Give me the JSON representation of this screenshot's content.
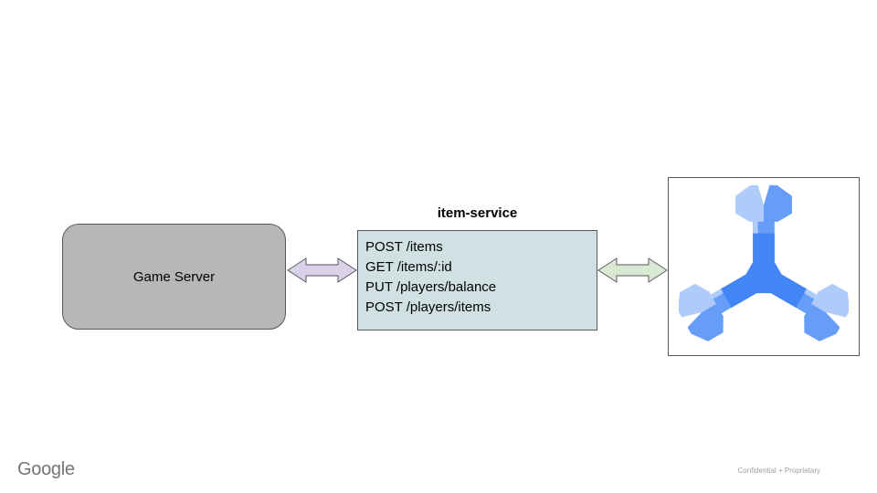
{
  "slide": {
    "background": "#ffffff",
    "footer": {
      "brand": "Google",
      "confidential": "Confidential + Proprietary"
    }
  },
  "diagram": {
    "game_server": {
      "label": "Game Server",
      "fill": "#b7b7b7",
      "border": "#595959"
    },
    "item_service": {
      "title": "item-service",
      "fill": "#d0e0e3",
      "border": "#595959",
      "endpoints": [
        "POST /items",
        "GET /items/:id",
        "PUT /players/balance",
        "POST /players/items"
      ]
    },
    "arrows": {
      "left": {
        "label": "game-server-to-item-service",
        "fill": "#d9d2e9",
        "stroke": "#595959"
      },
      "right": {
        "label": "item-service-to-spanner",
        "fill": "#d9ead3",
        "stroke": "#595959"
      }
    },
    "spanner": {
      "icon": "cloud-spanner-icon",
      "border": "#595959",
      "colors": {
        "light": "#aecbfa",
        "mid": "#669df6",
        "dark": "#4285f4"
      }
    }
  }
}
